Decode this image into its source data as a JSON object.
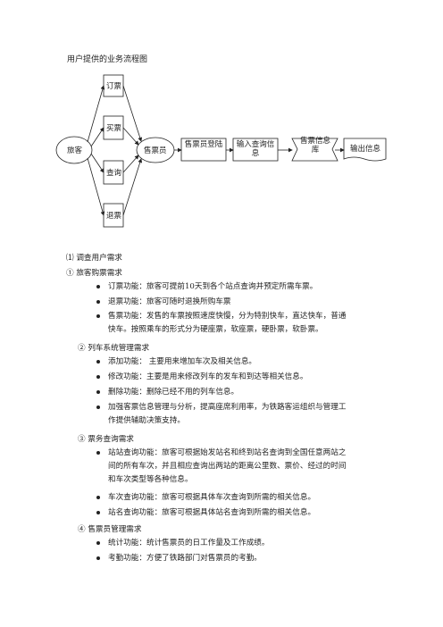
{
  "title": "用户提供的业务流程图",
  "flowchart": {
    "passenger": "旅客",
    "ticket_seller": "售票员",
    "actions": [
      "订票",
      "买票",
      "查询",
      "退票"
    ],
    "process_boxes": [
      "售票员登陆",
      "输入查询信息"
    ],
    "storage": "售票信息库",
    "output": "输出信息"
  },
  "sections": {
    "s1": "⑴ 调查用户需求",
    "s1_1": "① 旅客购票需求",
    "s1_1_items": [
      "订票功能：旅客可提前10天到各个站点查询并预定所需车票。",
      "退票功能：旅客可随时退换所购车票",
      "售票功能：发售的车票按照速度快慢，分为特别快车，直达快车，普通快车。按照乘车的形式分为硬座票，软座票，硬卧票，软卧票。"
    ],
    "s1_2": "② 列车系统管理需求",
    "s1_2_items": [
      "添加功能： 主要用来增加车次及相关信息。",
      "修改功能：主要是用来修改列车的发车和到达等相关信息。",
      "删除功能：删除已经不用的列车信息。",
      "加强客票信息管理与分析，提高座席利用率，为铁路客运组织与管理工作提供辅助决策支持。"
    ],
    "s1_3": "③ 票务查询需求",
    "s1_3_items": [
      "站站查询功能：旅客可根据始发站名和终到站名查询到全国任意两站之间的所有车次，并且相应查询出两站的距离公里数、票价、经过的时间和车次类型等各种信息。",
      "车次查询功能：旅客可根据具体车次查询到所需的相关信息。",
      "站名查询功能：旅客可根据具体站名查询到所需的相关信息。"
    ],
    "s1_4": "④ 售票员管理需求",
    "s1_4_items": [
      "统计功能：统计售票员的日工作量及工作成绩。",
      "考勤功能：方便了铁路部门对售票员的考勤。"
    ]
  }
}
